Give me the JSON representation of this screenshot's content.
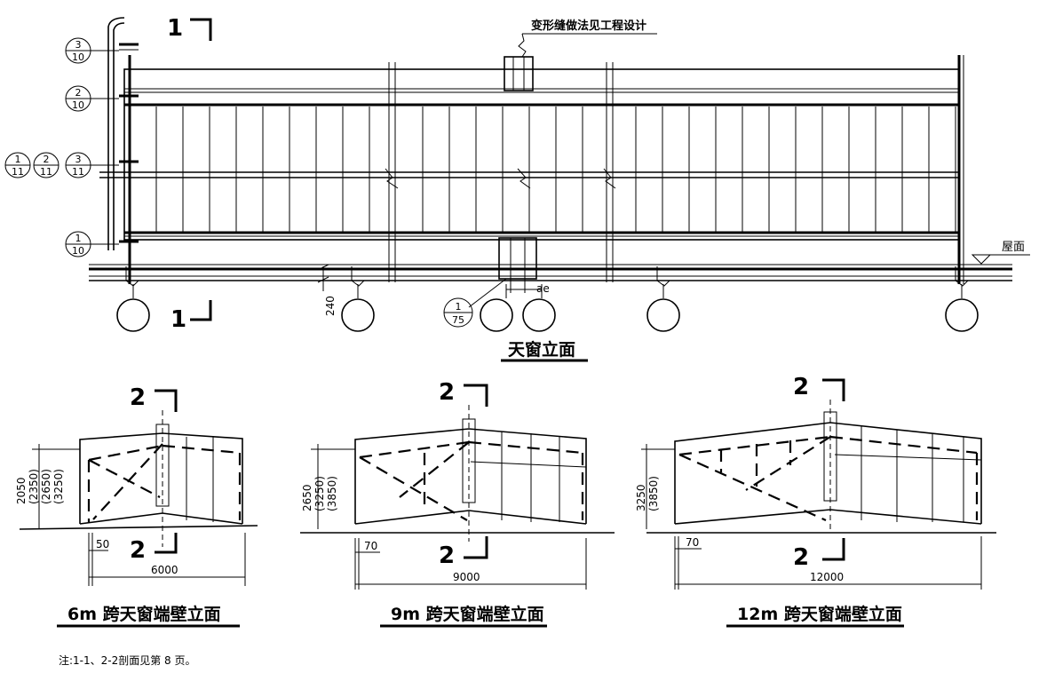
{
  "top_elevation": {
    "title": "天窗立面",
    "callout": "变形缝做法见工程设计",
    "roof_label": "屋面",
    "dim_240": "240",
    "ae_label": "ae",
    "section_mark": "1",
    "detail_refs": [
      {
        "num": "3",
        "den": "10"
      },
      {
        "num": "2",
        "den": "10"
      },
      {
        "num": "1",
        "den": "11"
      },
      {
        "num": "2",
        "den": "11"
      },
      {
        "num": "3",
        "den": "11"
      },
      {
        "num": "1",
        "den": "10"
      },
      {
        "num": "1",
        "den": "75"
      }
    ]
  },
  "end_walls": [
    {
      "title": "6m 跨天窗端壁立面",
      "span": "6000",
      "offset": "50",
      "heights": [
        "2050",
        "(2350)",
        "(2650)",
        "(3250)"
      ],
      "section_mark": "2"
    },
    {
      "title": "9m 跨天窗端壁立面",
      "span": "9000",
      "offset": "70",
      "heights": [
        "2650",
        "(3250)",
        "(3850)"
      ],
      "section_mark": "2"
    },
    {
      "title": "12m 跨天窗端壁立面",
      "span": "12000",
      "offset": "70",
      "heights": [
        "3250",
        "(3850)"
      ],
      "section_mark": "2"
    }
  ],
  "note": "注:1-1、2-2剖面见第 8 页。"
}
